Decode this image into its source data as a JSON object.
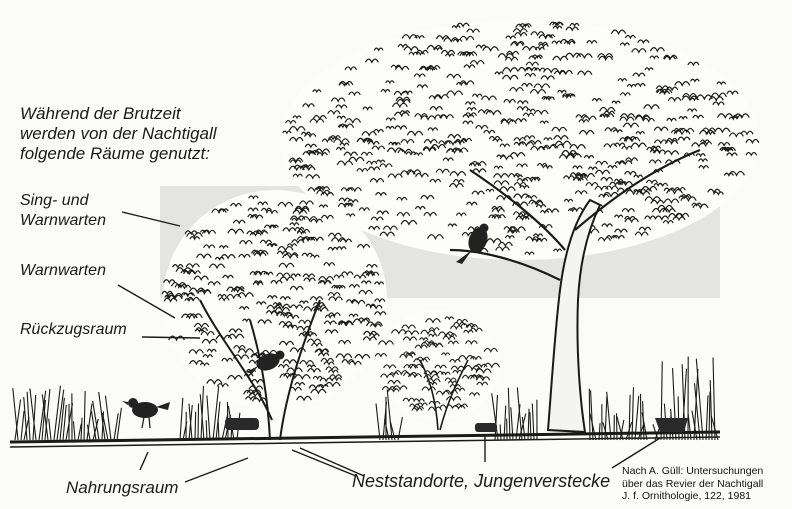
{
  "intro_lines": [
    "Während der Brutzeit",
    "werden von der Nachtigall",
    "folgende Räume genutzt:"
  ],
  "labels": {
    "sing_und_warnwarten": [
      "Sing- und",
      "Warnwarten"
    ],
    "warnwarten": "Warnwarten",
    "rueckzugsraum": "Rückzugsraum",
    "nahrungsraum": "Nahrungsraum",
    "neststandorte": "Neststandorte, Jungenverstecke"
  },
  "credit_lines": [
    "Nach A. Güll: Untersuchungen",
    "über das Revier der Nachtigall",
    "J. f. Ornithologie, 122, 1981"
  ],
  "colors": {
    "ink": "#1a1a1a",
    "shade": "#e4e4e2",
    "paper": "#fbfbf9"
  },
  "icons": [
    "nightingale-icon",
    "tree-icon",
    "shrub-icon",
    "grass-icon",
    "nest-icon"
  ]
}
